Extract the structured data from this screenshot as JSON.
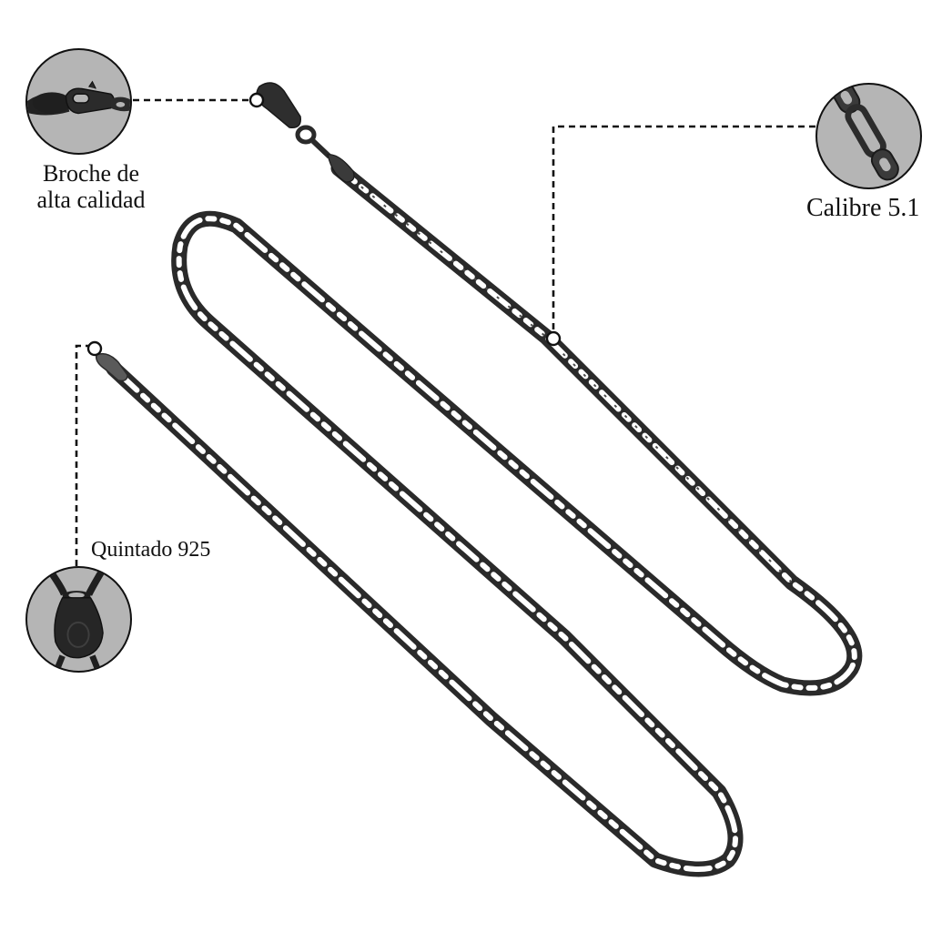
{
  "product": {
    "type": "figaro chain necklace",
    "chain_color": "#2b2b2b",
    "callout_fill": "#b5b5b5",
    "line_color": "#111111"
  },
  "callouts": [
    {
      "id": "clasp",
      "label_line1": "Broche de",
      "label_line2": "alta calidad",
      "icon": "lobster-clasp-icon"
    },
    {
      "id": "gauge",
      "label": "Calibre 5.1",
      "icon": "chain-link-icon"
    },
    {
      "id": "stamp",
      "label": "Quintado 925",
      "icon": "stamped-tag-icon"
    }
  ]
}
